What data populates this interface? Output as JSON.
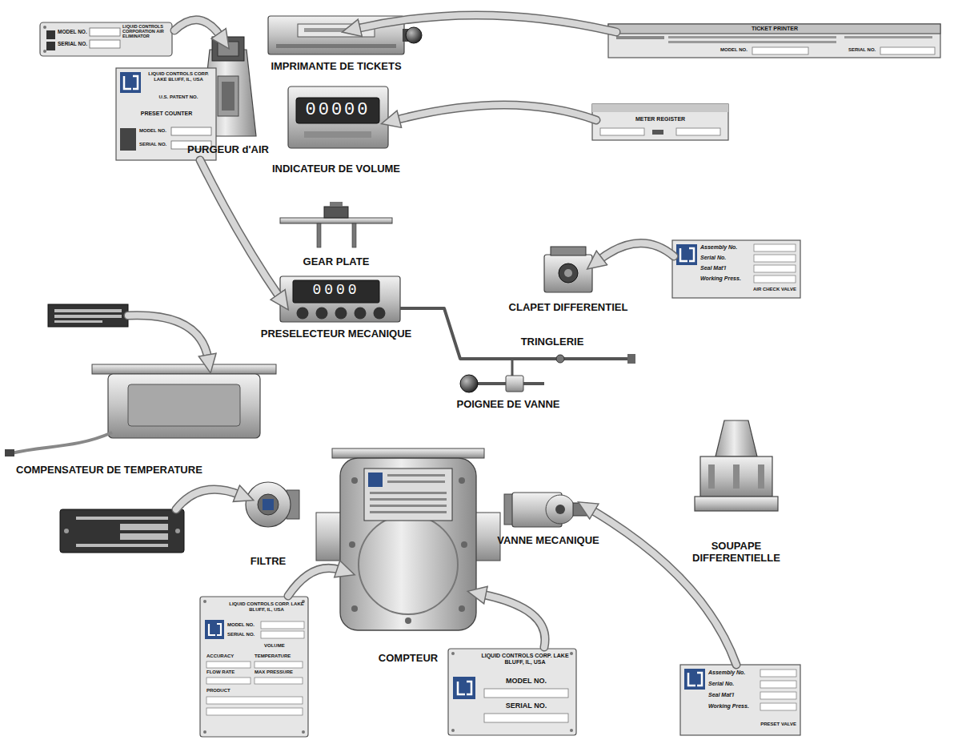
{
  "diagram": {
    "labels": [
      "MODEL NO.",
      "SERIAL NO.",
      "LIQUID CONTROLS CORPORATION AIR ELIMINATOR",
      "PURGEUR d'AIR",
      "IMPRIMANTE DE TICKETS",
      "TICKET PRINTER",
      "MODEL NO.",
      "SERIAL NO.",
      "00000",
      "INDICATEUR DE VOLUME",
      "METER REGISTER",
      "LIQUID CONTROLS CORP. LAKE BLUFF, IL, USA",
      "U.S. PATENT NO.",
      "PRESET COUNTER",
      "MODEL NO.",
      "SERIAL NO.",
      "0000",
      "GEAR PLATE",
      "PRESELECTEUR MECANIQUE",
      "CLAPET DIFFERENTIEL",
      "Assembly No.",
      "Serial No.",
      "Seal Mat'l",
      "Working Press.",
      "AIR CHECK VALVE",
      "TRINGLERIE",
      "POIGNEE DE VANNE",
      "COMPENSATEUR DE TEMPERATURE",
      "FILTRE",
      "VANNE MECANIQUE",
      "SOUPAPE DIFFERENTIELLE",
      "COMPTEUR",
      "LIQUID CONTROLS CORP. LAKE BLUFF, IL, USA",
      "MODEL NO.",
      "SERIAL NO.",
      "VOLUME",
      "ACCURACY",
      "TEMPERATURE",
      "FLOW RATE",
      "MAX PRESSURE",
      "PRODUCT",
      "LIQUID CONTROLS CORP. LAKE BLUFF, IL, USA",
      "MODEL NO.",
      "SERIAL NO.",
      "Assembly No.",
      "Serial No.",
      "Seal Mat'l",
      "Working Press.",
      "PRESET VALVE"
    ]
  }
}
